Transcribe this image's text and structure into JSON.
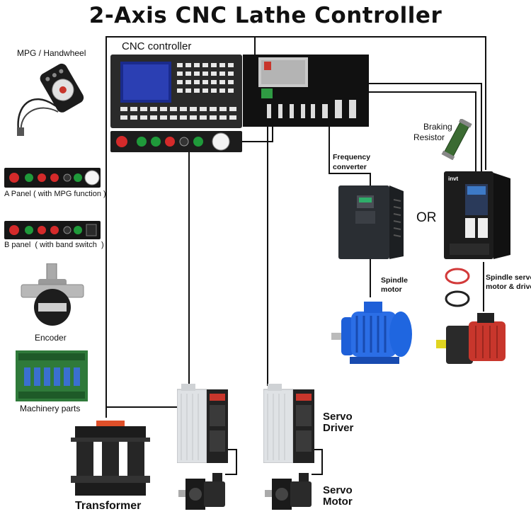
{
  "title": "2-Axis CNC Lathe Controller",
  "labels": {
    "cnc_controller": "CNC controller",
    "mpg": "MPG / Handwheel",
    "panel_a": "A Panel ( with MPG function )",
    "panel_b": "B panel  ( with band switch  )",
    "encoder": "Encoder",
    "machinery": "Machinery parts",
    "transformer": "Transformer",
    "freq_converter_1": "Frequency",
    "freq_converter_2": "converter",
    "spindle_motor_1": "Spindle",
    "spindle_motor_2": "motor",
    "braking_1": "Braking",
    "braking_2": "Resistor",
    "or": "OR",
    "spindle_servo_1": "Spindle servo",
    "spindle_servo_2": "motor & driver",
    "servo_driver_1": "Servo",
    "servo_driver_2": "Driver",
    "servo_motor_1": "Servo",
    "servo_motor_2": "Motor",
    "inverter_brand": "invt"
  },
  "icons": [
    "handwheel-icon",
    "panel-a-icon",
    "panel-b-icon",
    "encoder-icon",
    "circuit-board-icon",
    "cnc-controller-icon",
    "power-supply-icon",
    "frequency-converter-icon",
    "spindle-motor-icon",
    "braking-resistor-icon",
    "spindle-servo-driver-icon",
    "spindle-servo-motor-icon",
    "servo-driver-icon",
    "servo-motor-icon",
    "transformer-icon"
  ],
  "colors": {
    "wire": "#111111",
    "motor_blue": "#1e5fd8",
    "servo_red": "#c8362c",
    "board_green": "#2f7a3a"
  }
}
